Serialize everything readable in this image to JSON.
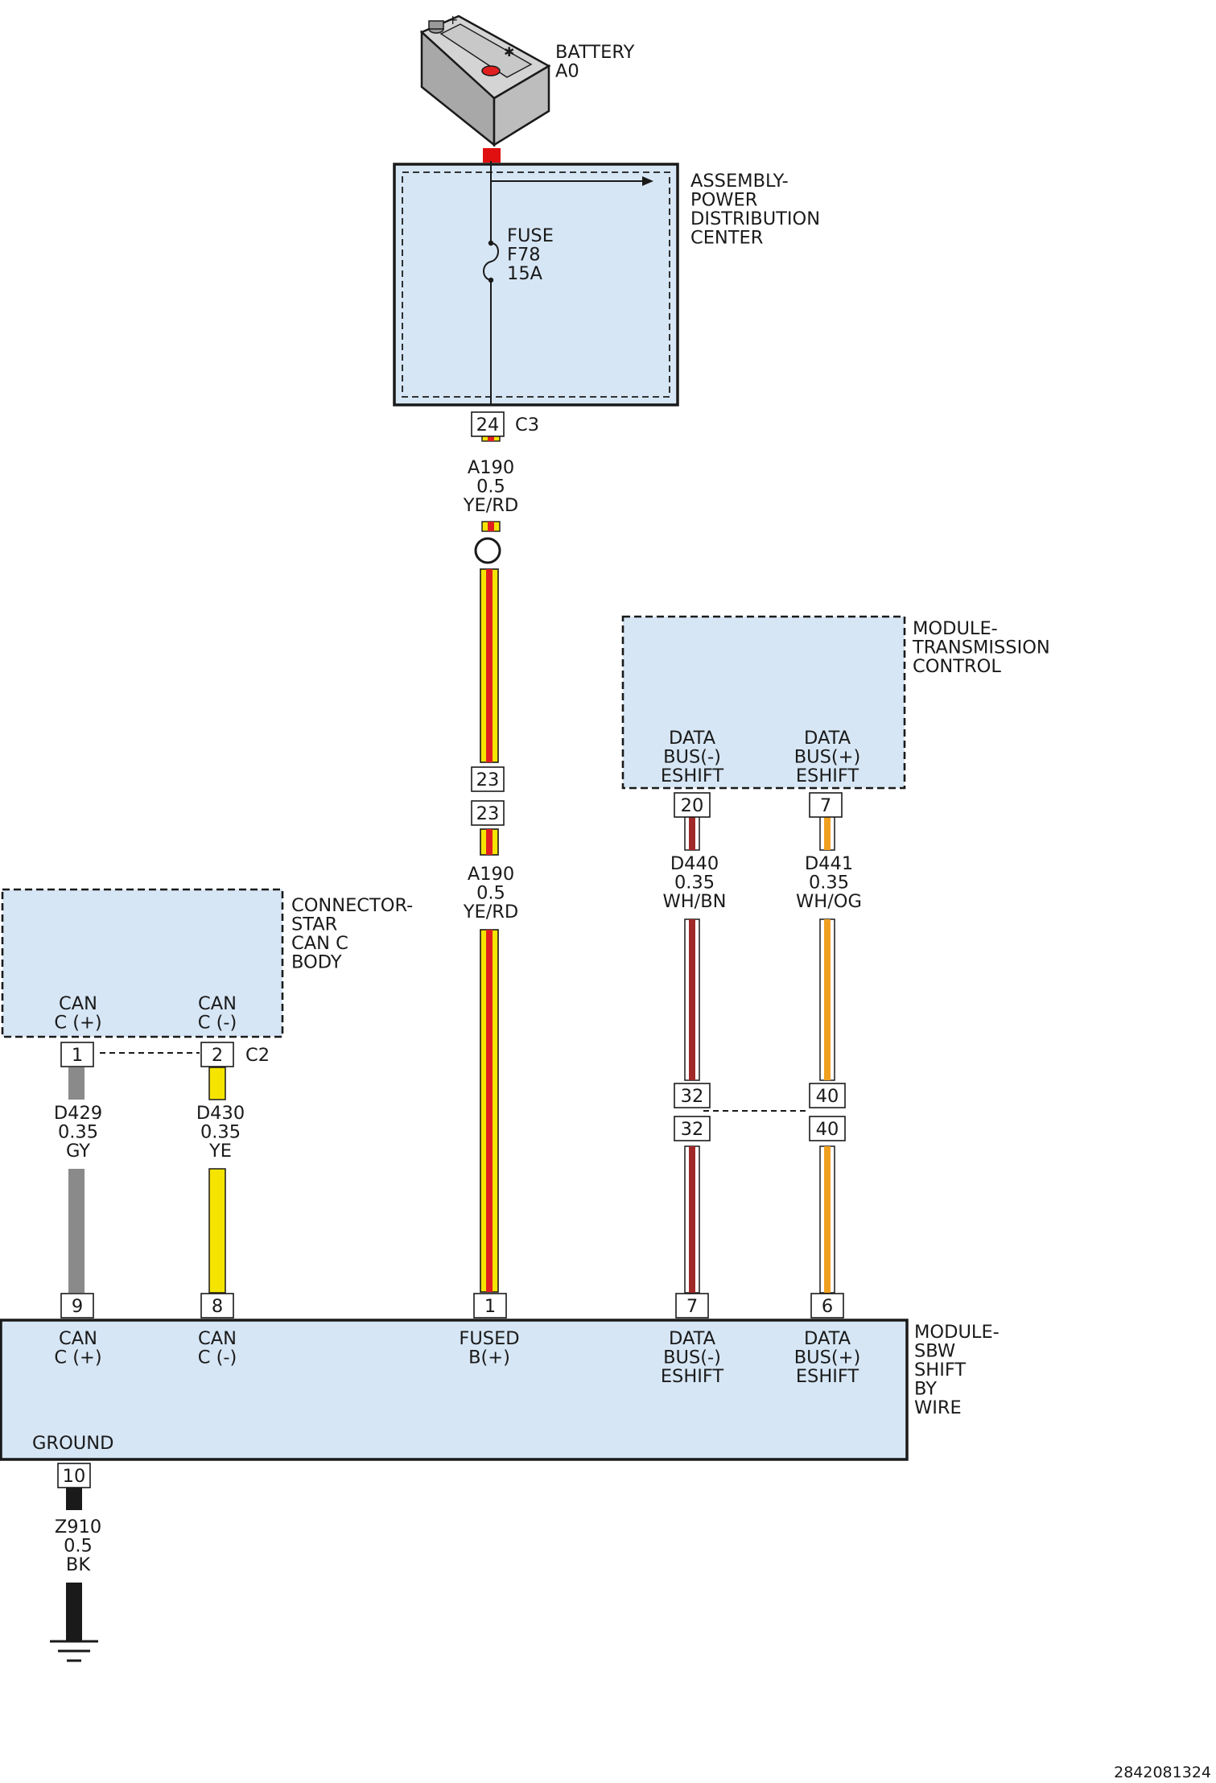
{
  "battery": {
    "lines": [
      "BATTERY",
      "A0"
    ]
  },
  "pdc": {
    "lines": [
      "ASSEMBLY-",
      "POWER",
      "DISTRIBUTION",
      "CENTER"
    ]
  },
  "fuse": {
    "lines": [
      "FUSE",
      "F78",
      "15A"
    ]
  },
  "tcm": {
    "lines": [
      "MODULE-",
      "TRANSMISSION",
      "CONTROL"
    ]
  },
  "star": {
    "lines": [
      "CONNECTOR-",
      "STAR",
      "CAN C",
      "BODY"
    ]
  },
  "sbw": {
    "lines": [
      "MODULE-",
      "SBW",
      "SHIFT",
      "BY",
      "WIRE"
    ]
  },
  "pins": {
    "tcm_minus": [
      "DATA",
      "BUS(-)",
      "ESHIFT"
    ],
    "tcm_plus": [
      "DATA",
      "BUS(+)",
      "ESHIFT"
    ],
    "star_plus": [
      "CAN",
      "C (+)"
    ],
    "star_minus": [
      "CAN",
      "C (-)"
    ],
    "sbw_can_plus": [
      "CAN",
      "C (+)"
    ],
    "sbw_can_minus": [
      "CAN",
      "C (-)"
    ],
    "sbw_fused": [
      "FUSED",
      "B(+)"
    ],
    "sbw_bus_minus": [
      "DATA",
      "BUS(-)",
      "ESHIFT"
    ],
    "sbw_bus_plus": [
      "DATA",
      "BUS(+)",
      "ESHIFT"
    ],
    "sbw_ground": "GROUND"
  },
  "connectors": {
    "c3_pin": "24",
    "c3_name": "C3",
    "c23_top": "23",
    "c23_bottom": "23",
    "tcm_20": "20",
    "tcm_7": "7",
    "star_1": "1",
    "star_2": "2",
    "c2_name": "C2",
    "i32_top": "32",
    "i32_bottom": "32",
    "i40_top": "40",
    "i40_bottom": "40",
    "sbw_9": "9",
    "sbw_8": "8",
    "sbw_1": "1",
    "sbw_7": "7",
    "sbw_6": "6",
    "gnd_10": "10"
  },
  "wires": {
    "a190_upper": [
      "A190",
      "0.5",
      "YE/RD"
    ],
    "a190_lower": [
      "A190",
      "0.5",
      "YE/RD"
    ],
    "d440": [
      "D440",
      "0.35",
      "WH/BN"
    ],
    "d441": [
      "D441",
      "0.35",
      "WH/OG"
    ],
    "d429": [
      "D429",
      "0.35",
      "GY"
    ],
    "d430": [
      "D430",
      "0.35",
      "YE"
    ],
    "z910": [
      "Z910",
      "0.5",
      "BK"
    ]
  },
  "colors": {
    "module_fill": "#d6e6f5",
    "yellow": "#f5e400",
    "red": "#e02020",
    "orange": "#f0a020",
    "brown": "#a02828",
    "gray": "#8a8a8a",
    "black": "#1a1a1a",
    "battery_gray": "#b8b8b8",
    "connector_red": "#e01010"
  },
  "figure_id": "2842081324"
}
